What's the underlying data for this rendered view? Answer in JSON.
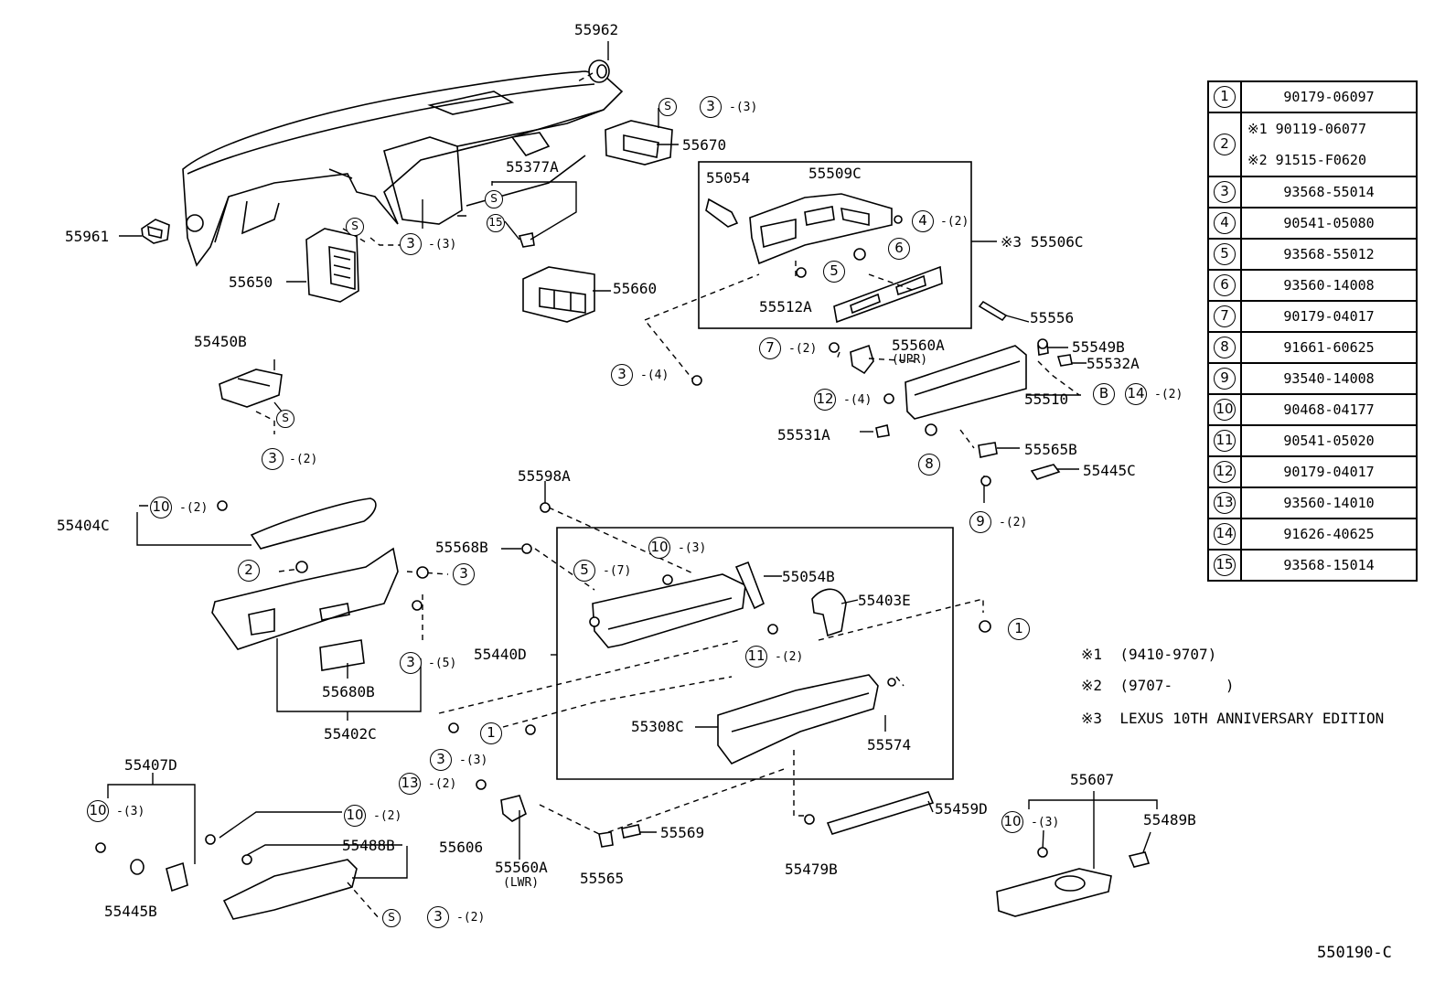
{
  "labels": {
    "p55962": "55962",
    "p55670": "55670",
    "p55961": "55961",
    "p55650": "55650",
    "p55377a": "55377A",
    "p55660": "55660",
    "p55054": "55054",
    "p55509c": "55509C",
    "p55506c": "55506C",
    "p55512a": "55512A",
    "p55556": "55556",
    "p55560a_upr": "55560A",
    "upr": "(UPR)",
    "p55549b": "55549B",
    "p55532a": "55532A",
    "p55510": "55510",
    "p55531a": "55531A",
    "p55565b": "55565B",
    "p55445c": "55445C",
    "p55450b": "55450B",
    "p55404c": "55404C",
    "p55598a": "55598A",
    "p55568b": "55568B",
    "p55054b": "55054B",
    "p55403e": "55403E",
    "p55440d": "55440D",
    "p55680b": "55680B",
    "p55402c": "55402C",
    "p55308c": "55308C",
    "p55574": "55574",
    "p55407d": "55407D",
    "p55488b": "55488B",
    "p55606": "55606",
    "p55560a_lwr": "55560A",
    "lwr": "(LWR)",
    "p55569": "55569",
    "p55565": "55565",
    "p55459d": "55459D",
    "p55479b": "55479B",
    "p55607": "55607",
    "p55489b": "55489B",
    "p55445b": "55445B"
  },
  "callouts": {
    "c3a": "3",
    "c3a_q": "-(3)",
    "c3b": "3",
    "c3b_q": "-(3)",
    "c15": "15",
    "c4": "4",
    "c4_q": "-(2)",
    "c5": "5",
    "c6": "6",
    "c3c": "3",
    "c3c_q": "-(4)",
    "c7": "7",
    "c7_q": "-(2)",
    "c12": "12",
    "c12_q": "-(4)",
    "cB": "B",
    "c14": "14",
    "c14_q": "-(2)",
    "c8": "8",
    "c9": "9",
    "c9_q": "-(2)",
    "c3d": "3",
    "c3d_q": "-(2)",
    "c10a": "10",
    "c10a_q": "-(2)",
    "c2": "2",
    "c3e": "3",
    "c3f": "3",
    "c3f_q": "-(5)",
    "c10b": "10",
    "c10b_q": "-(3)",
    "c5b": "5",
    "c5b_q": "-(7)",
    "c11": "11",
    "c11_q": "-(2)",
    "c1a": "1",
    "c1b": "1",
    "c3g": "3",
    "c3g_q": "-(3)",
    "c13": "13",
    "c13_q": "-(2)",
    "c10c": "10",
    "c10c_q": "-(3)",
    "c10d": "10",
    "c10d_q": "-(2)",
    "c3h": "3",
    "c3h_q": "-(2)",
    "c10e": "10",
    "c10e_q": "-(3)",
    "s": "S",
    "note3": "※3"
  },
  "legend": [
    {
      "key": "1",
      "value": "90179-06097"
    },
    {
      "key": "2",
      "value": "※1 90119-06077",
      "value2": "※2 91515-F0620"
    },
    {
      "key": "3",
      "value": "93568-55014"
    },
    {
      "key": "4",
      "value": "90541-05080"
    },
    {
      "key": "5",
      "value": "93568-55012"
    },
    {
      "key": "6",
      "value": "93560-14008"
    },
    {
      "key": "7",
      "value": "90179-04017"
    },
    {
      "key": "8",
      "value": "91661-60625"
    },
    {
      "key": "9",
      "value": "93540-14008"
    },
    {
      "key": "10",
      "value": "90468-04177"
    },
    {
      "key": "11",
      "value": "90541-05020"
    },
    {
      "key": "12",
      "value": "90179-04017"
    },
    {
      "key": "13",
      "value": "93560-14010"
    },
    {
      "key": "14",
      "value": "91626-40625"
    },
    {
      "key": "15",
      "value": "93568-15014"
    }
  ],
  "notes": [
    {
      "mark": "※1",
      "text": "(9410-9707)"
    },
    {
      "mark": "※2",
      "text": "(9707-      )"
    },
    {
      "mark": "※3",
      "text": "LEXUS 10TH ANNIVERSARY EDITION"
    }
  ],
  "drawing_number": "550190-C"
}
